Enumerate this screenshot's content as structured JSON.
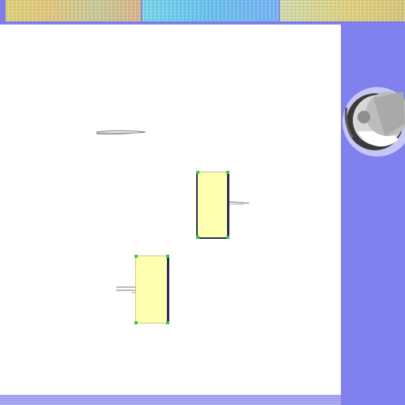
{
  "screen": {
    "background_color": "#8080ee",
    "canvas_color": "#ffffff",
    "block_fill_color": "#ffffb0",
    "block_outline_color": "#2a2a55",
    "handle_color": "#42c24a"
  },
  "top_strip": {
    "label": ""
  },
  "canvas": {
    "blocks": [
      {
        "name": "block-a",
        "label": ""
      },
      {
        "name": "block-b",
        "label": ""
      }
    ],
    "connectors": [
      {
        "name": "lens-connector"
      },
      {
        "name": "block-a-port"
      },
      {
        "name": "block-b-port"
      }
    ]
  },
  "side_panel": {
    "icon": "gear-cluster-icon"
  }
}
